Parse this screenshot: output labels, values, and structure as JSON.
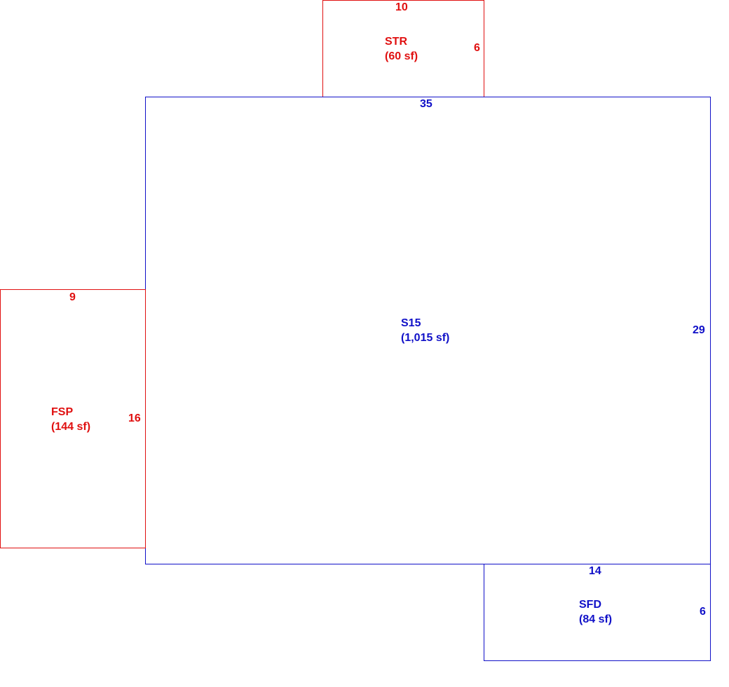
{
  "colors": {
    "living": "#1010c8",
    "porch": "#e01010"
  },
  "areas": {
    "str": {
      "code": "STR",
      "area_label": "(60 sf)",
      "width": 10,
      "depth": 6,
      "width_label": "10",
      "depth_label": "6",
      "color": "#e01010"
    },
    "s15": {
      "code": "S15",
      "area_label": "(1,015 sf)",
      "width": 35,
      "depth": 29,
      "width_label": "35",
      "depth_label": "29",
      "color": "#1010c8"
    },
    "fsp": {
      "code": "FSP",
      "area_label": "(144 sf)",
      "width": 9,
      "depth": 16,
      "width_label": "9",
      "depth_label": "16",
      "color": "#e01010"
    },
    "sfd": {
      "code": "SFD",
      "area_label": "(84 sf)",
      "width": 14,
      "depth": 6,
      "width_label": "14",
      "depth_label": "6",
      "color": "#1010c8"
    }
  }
}
